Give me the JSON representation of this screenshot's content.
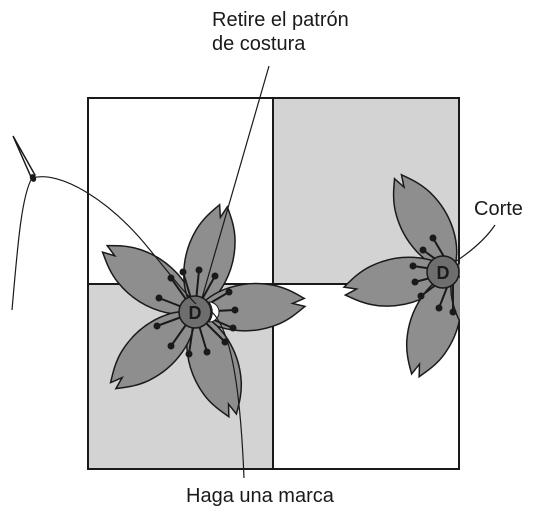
{
  "labels": {
    "remove_pattern_line1": "Retire el patrón",
    "remove_pattern_line2": "de costura",
    "cut": "Corte",
    "make_mark": "Haga una marca"
  },
  "marker_letter": "D",
  "colors": {
    "light_fill": "#d3d3d3",
    "petal_fill": "#8e8e8e",
    "center_fill": "#6e6e6e",
    "outline": "#1a1a1a",
    "background": "#ffffff"
  },
  "icons": [
    "needle-icon",
    "thread-icon"
  ]
}
